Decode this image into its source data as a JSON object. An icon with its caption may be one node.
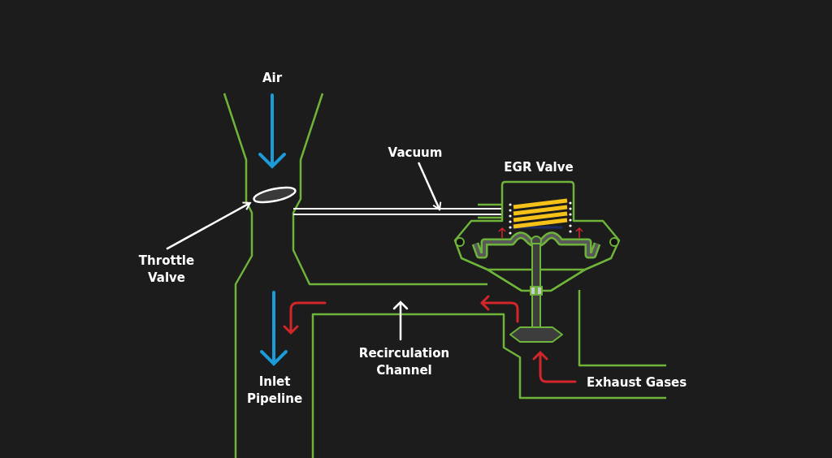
{
  "diagram": {
    "nodes": [
      {
        "text": [
          "Throttle Valve"
        ]
      },
      {
        "text": [],
        "shape": "ellipse"
      },
      {
        "text": [
          "Vacuum"
        ]
      }
    ],
    "edges": [
      {
        "from": 0,
        "to": 1,
        "arrow": "to"
      },
      {
        "from": 2,
        "to": null,
        "arrow": "to"
      }
    ],
    "labels": [
      "Air",
      "EGR Valve",
      "Recirculation Channel",
      "Inlet Pipeline",
      "Exhaust Gases"
    ]
  }
}
